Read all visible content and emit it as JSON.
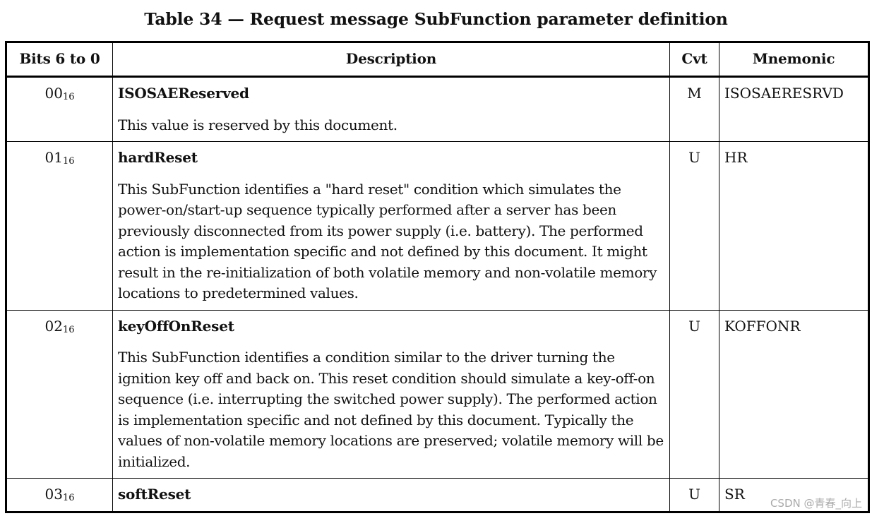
{
  "title": "Table 34 — Request message SubFunction parameter definition",
  "table": {
    "headers": [
      "Bits 6 to 0",
      "Description",
      "Cvt",
      "Mnemonic"
    ],
    "rows": [
      {
        "bits": "00",
        "base": "16",
        "name": "ISOSAEReserved",
        "description": "This value is reserved by this document.",
        "cvt": "M",
        "mnemonic": "ISOSAERESRVD"
      },
      {
        "bits": "01",
        "base": "16",
        "name": "hardReset",
        "description": "This SubFunction identifies a \"hard reset\" condition which simulates the power-on/start-up sequence typically performed after a server has been previously disconnected from its power supply (i.e. battery). The performed action is implementation specific and not defined by this document. It might result in the re-initialization of both volatile memory and non-volatile memory locations to predetermined values.",
        "cvt": "U",
        "mnemonic": "HR"
      },
      {
        "bits": "02",
        "base": "16",
        "name": "keyOffOnReset",
        "description": "This SubFunction identifies a condition similar to the driver turning the ignition key off and back on. This reset condition should simulate a key-off-on sequence (i.e. interrupting the switched power supply). The performed action is implementation specific and not defined by this document. Typically the values of non-volatile memory locations are preserved; volatile memory will be initialized.",
        "cvt": "U",
        "mnemonic": "KOFFONR"
      },
      {
        "bits": "03",
        "base": "16",
        "name": "softReset",
        "cvt": "U",
        "mnemonic": "SR"
      }
    ]
  },
  "watermark": "CSDN @青春_向上"
}
